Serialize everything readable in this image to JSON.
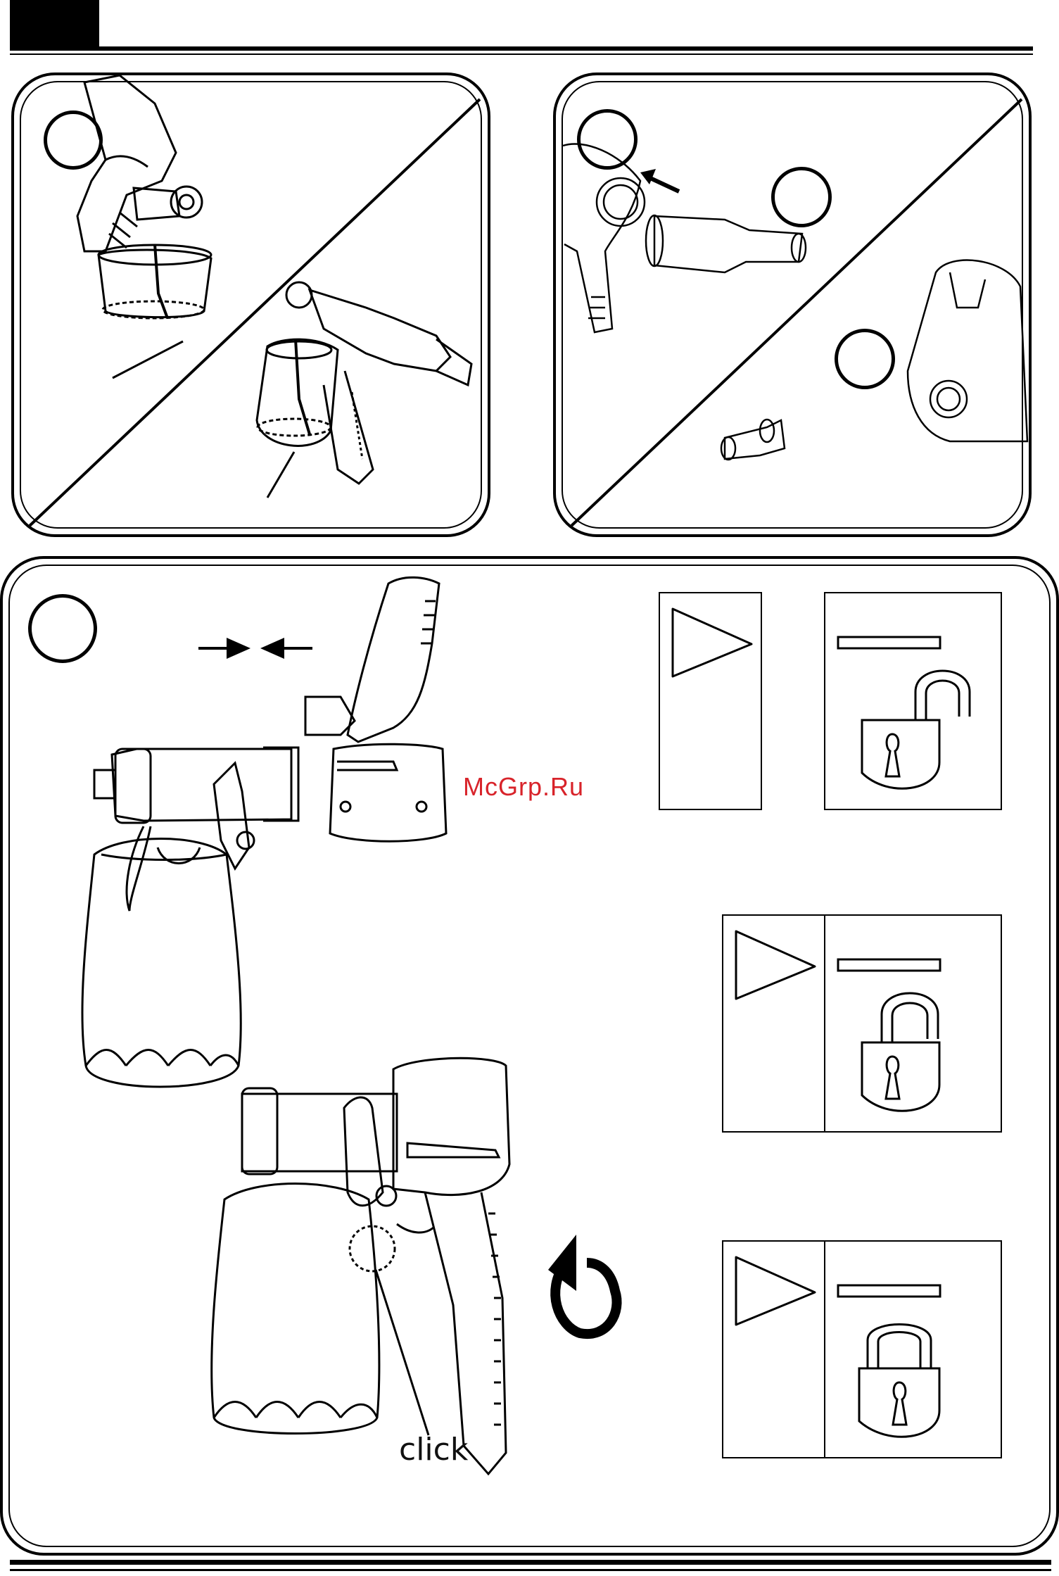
{
  "page": {
    "background": "#ffffff",
    "ink": "#000000"
  },
  "watermark": {
    "text": "McGrp.Ru",
    "color": "#d8232a"
  },
  "panels": [
    {
      "id": "A",
      "content": "paint-container-and-suction-tube"
    },
    {
      "id": "B",
      "content": "hose-connection-to-gun-and-unit"
    },
    {
      "id": "C",
      "content": "attach-front-to-handle-and-lock"
    }
  ],
  "step3": {
    "click_label": "click",
    "symbols": [
      {
        "arrow": "play-triangle",
        "lock": "unlocked"
      },
      {
        "arrow": "play-triangle",
        "lock": "unlocked"
      },
      {
        "arrow": "play-triangle",
        "lock": "locked"
      }
    ]
  },
  "icons": [
    "arrow-right-icon",
    "arrow-left-icon",
    "rotate-arrow-icon",
    "hose-arrow-icon",
    "padlock-open-icon",
    "padlock-closed-icon",
    "play-triangle-icon"
  ]
}
